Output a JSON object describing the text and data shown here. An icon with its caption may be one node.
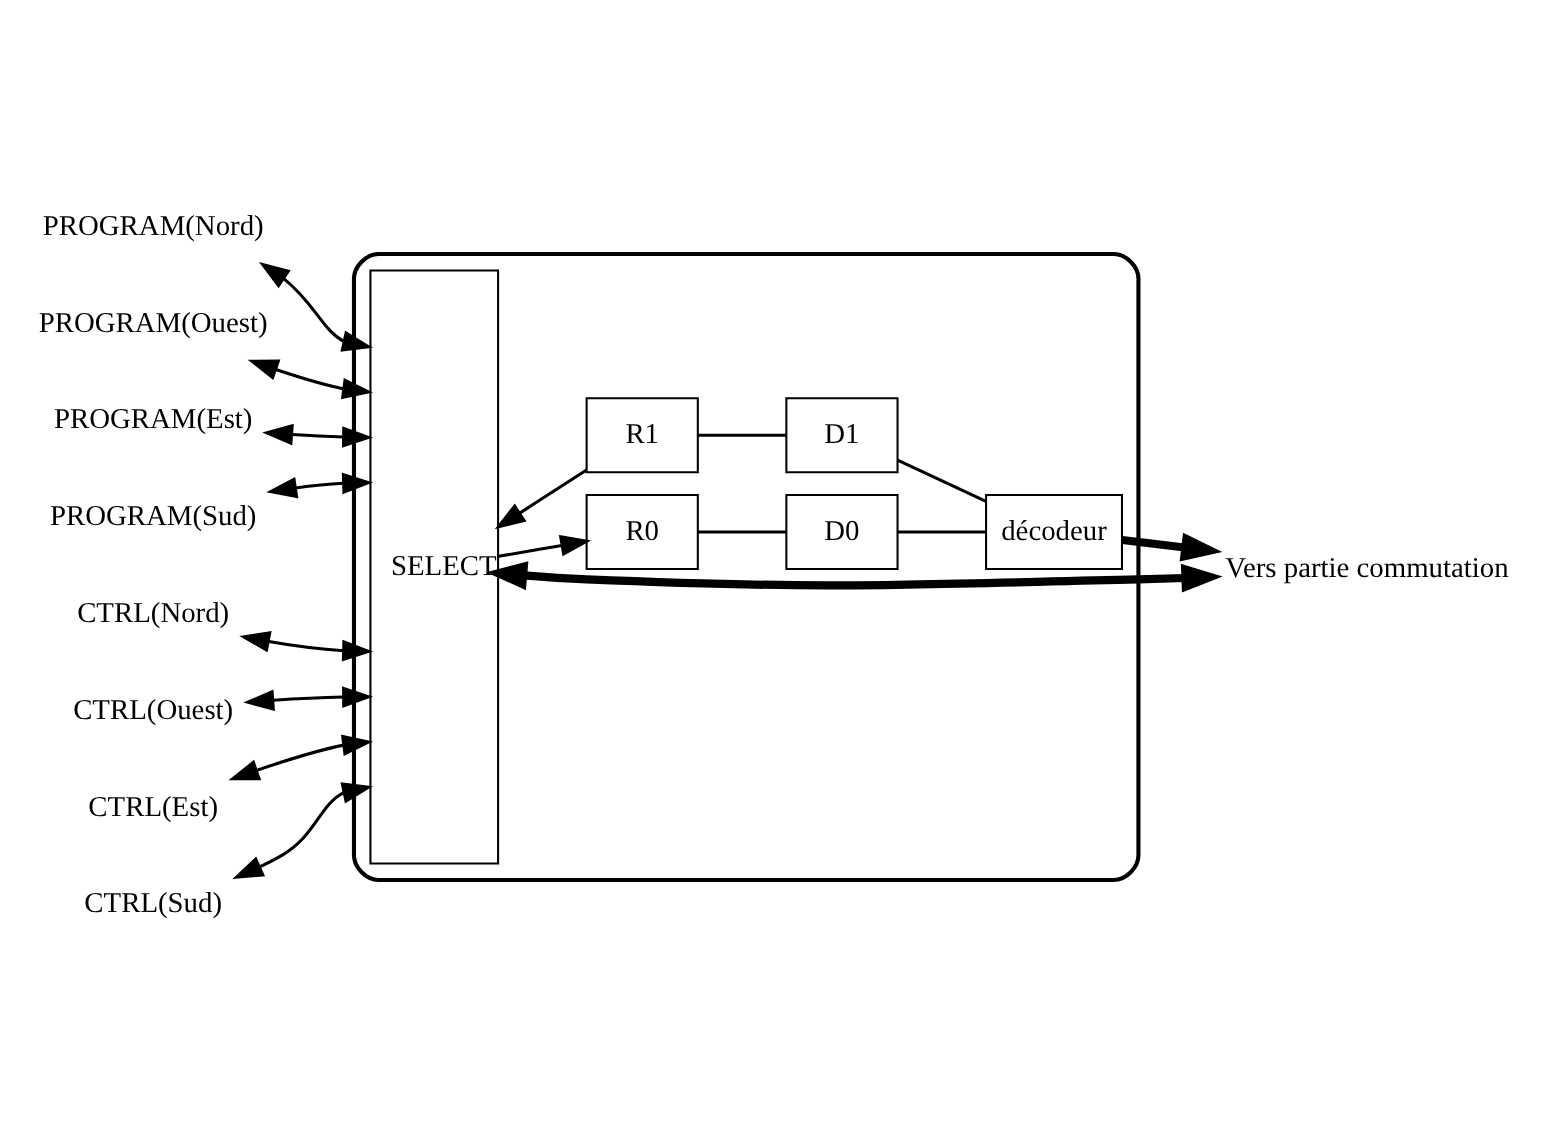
{
  "diagram": {
    "nodes": [
      {
        "text": [],
        "shape": "box"
      },
      {
        "text": [
          "SELECT"
        ],
        "in": 0
      },
      {
        "text": [
          "R0"
        ],
        "in": 0
      },
      {
        "text": [
          "R1"
        ],
        "in": 0
      },
      {
        "text": [
          "D0"
        ],
        "in": 0
      },
      {
        "text": [
          "D1"
        ],
        "in": 0
      },
      {
        "text": [
          "décodeur"
        ],
        "in": 0
      },
      {
        "text": [
          "PROGRAM(Nord)"
        ]
      },
      {
        "text": [
          "PROGRAM(Ouest)"
        ]
      },
      {
        "text": [
          "PROGRAM(Est)"
        ]
      },
      {
        "text": [
          "PROGRAM(Sud)"
        ]
      },
      {
        "text": [
          "CTRL(Nord)"
        ]
      },
      {
        "text": [
          "CTRL(Ouest)"
        ]
      },
      {
        "text": [
          "CTRL(Est)"
        ]
      },
      {
        "text": [
          "CTRL(Sud)"
        ]
      },
      {
        "text": [
          "Vers partie commutation"
        ]
      }
    ],
    "edges": [
      {
        "from": 7,
        "to": 1,
        "arrow": "both"
      },
      {
        "from": 8,
        "to": 1,
        "arrow": "both"
      },
      {
        "from": 9,
        "to": 1,
        "arrow": "both"
      },
      {
        "from": 10,
        "to": 1,
        "arrow": "both"
      },
      {
        "from": 11,
        "to": 1,
        "arrow": "both"
      },
      {
        "from": 12,
        "to": 1,
        "arrow": "both"
      },
      {
        "from": 13,
        "to": 1,
        "arrow": "both"
      },
      {
        "from": 14,
        "to": 1,
        "arrow": "both"
      },
      {
        "from": 1,
        "to": 2,
        "arrow": "to"
      },
      {
        "from": 3,
        "to": 1,
        "arrow": "to"
      },
      {
        "from": 2,
        "to": 4,
        "arrow": "none"
      },
      {
        "from": 3,
        "to": 5,
        "arrow": "none"
      },
      {
        "from": 4,
        "to": 6,
        "arrow": "none"
      },
      {
        "from": 5,
        "to": 6,
        "arrow": "none"
      },
      {
        "from": 1,
        "to": 15,
        "arrow": "both",
        "style": "thick"
      },
      {
        "from": 6,
        "to": 15,
        "arrow": "to",
        "style": "thick"
      }
    ]
  }
}
